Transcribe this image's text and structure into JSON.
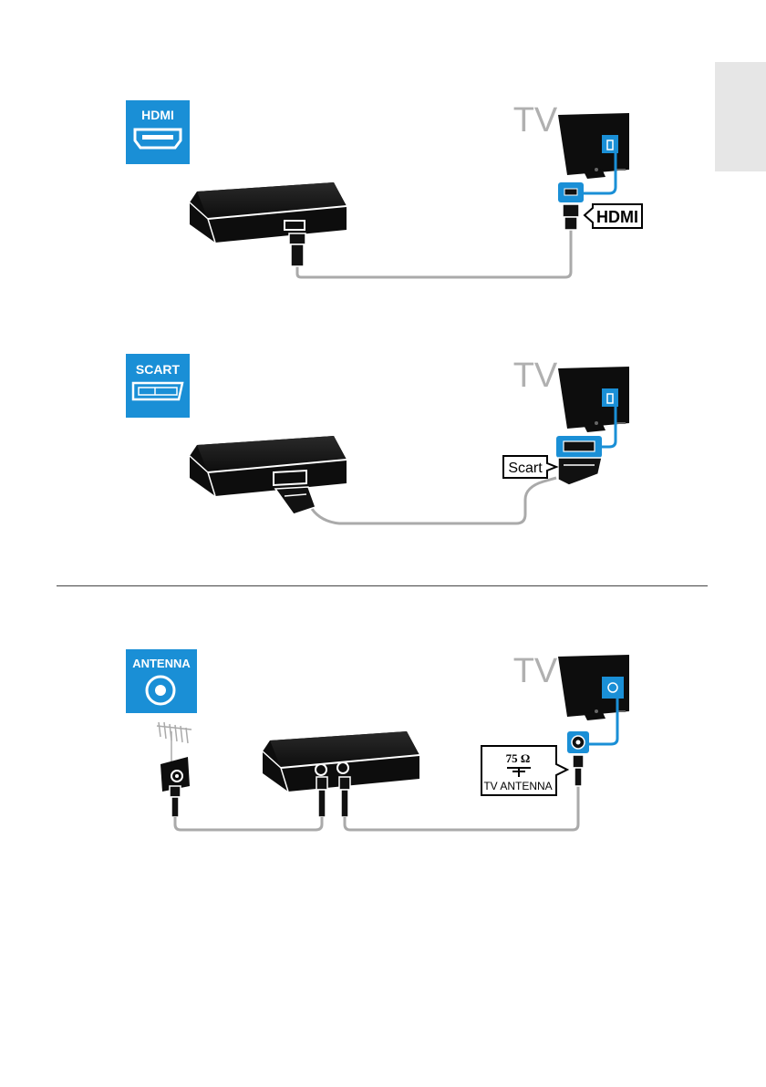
{
  "side_tab": {
    "color": "#e6e6e6"
  },
  "colors": {
    "accent": "#1a8fd6",
    "cable": "#aaaaaa",
    "device": "#0d0d0d"
  },
  "hdmi": {
    "icon_label": "HDMI",
    "tv_label": "TV",
    "port_label": "HDMI"
  },
  "scart": {
    "icon_label": "SCART",
    "tv_label": "TV",
    "port_label": "Scart"
  },
  "antenna": {
    "icon_label": "ANTENNA",
    "tv_label": "TV",
    "port_ohm": "75 Ω",
    "port_label": "TV ANTENNA"
  }
}
